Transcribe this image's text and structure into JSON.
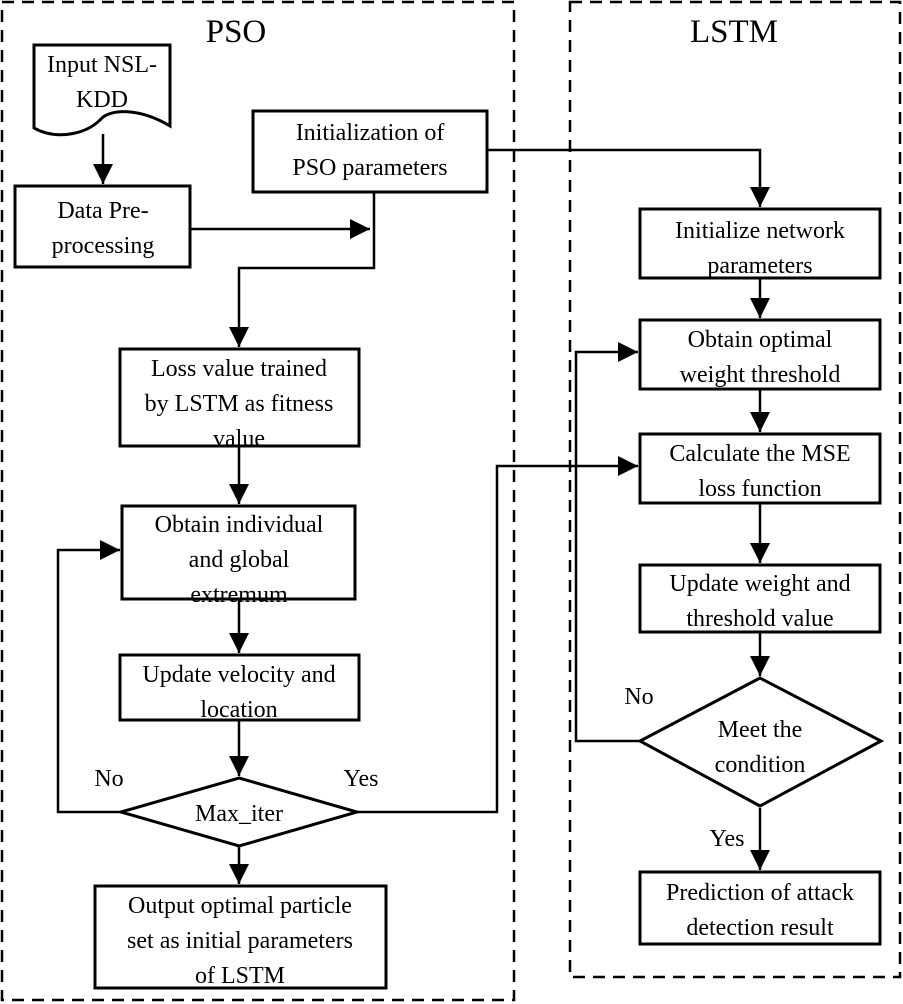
{
  "panels": {
    "pso_title": "PSO",
    "lstm_title": "LSTM"
  },
  "nodes": {
    "input": [
      "Input NSL-",
      "KDD"
    ],
    "preprocess": [
      "Data Pre-",
      "processing"
    ],
    "init_pso": [
      "Initialization of",
      "PSO parameters"
    ],
    "loss": [
      "Loss value trained",
      "by LSTM as fitness",
      "value"
    ],
    "extremum": [
      "Obtain individual",
      "and global",
      "extremum"
    ],
    "update_vel": [
      "Update velocity and",
      "location"
    ],
    "max_iter": [
      "Max_iter"
    ],
    "output": [
      "Output optimal particle",
      "set as initial parameters",
      "of LSTM"
    ],
    "init_net": [
      "Initialize network",
      "parameters"
    ],
    "opt_weight": [
      "Obtain optimal",
      "weight threshold"
    ],
    "mse": [
      "Calculate the MSE",
      "loss function"
    ],
    "update_weight": [
      "Update weight and",
      "threshold value"
    ],
    "meet": [
      "Meet the",
      "condition"
    ],
    "prediction": [
      "Prediction of attack",
      "detection result"
    ]
  },
  "edge_labels": {
    "pso_no": "No",
    "pso_yes": "Yes",
    "lstm_no": "No",
    "lstm_yes": "Yes"
  }
}
